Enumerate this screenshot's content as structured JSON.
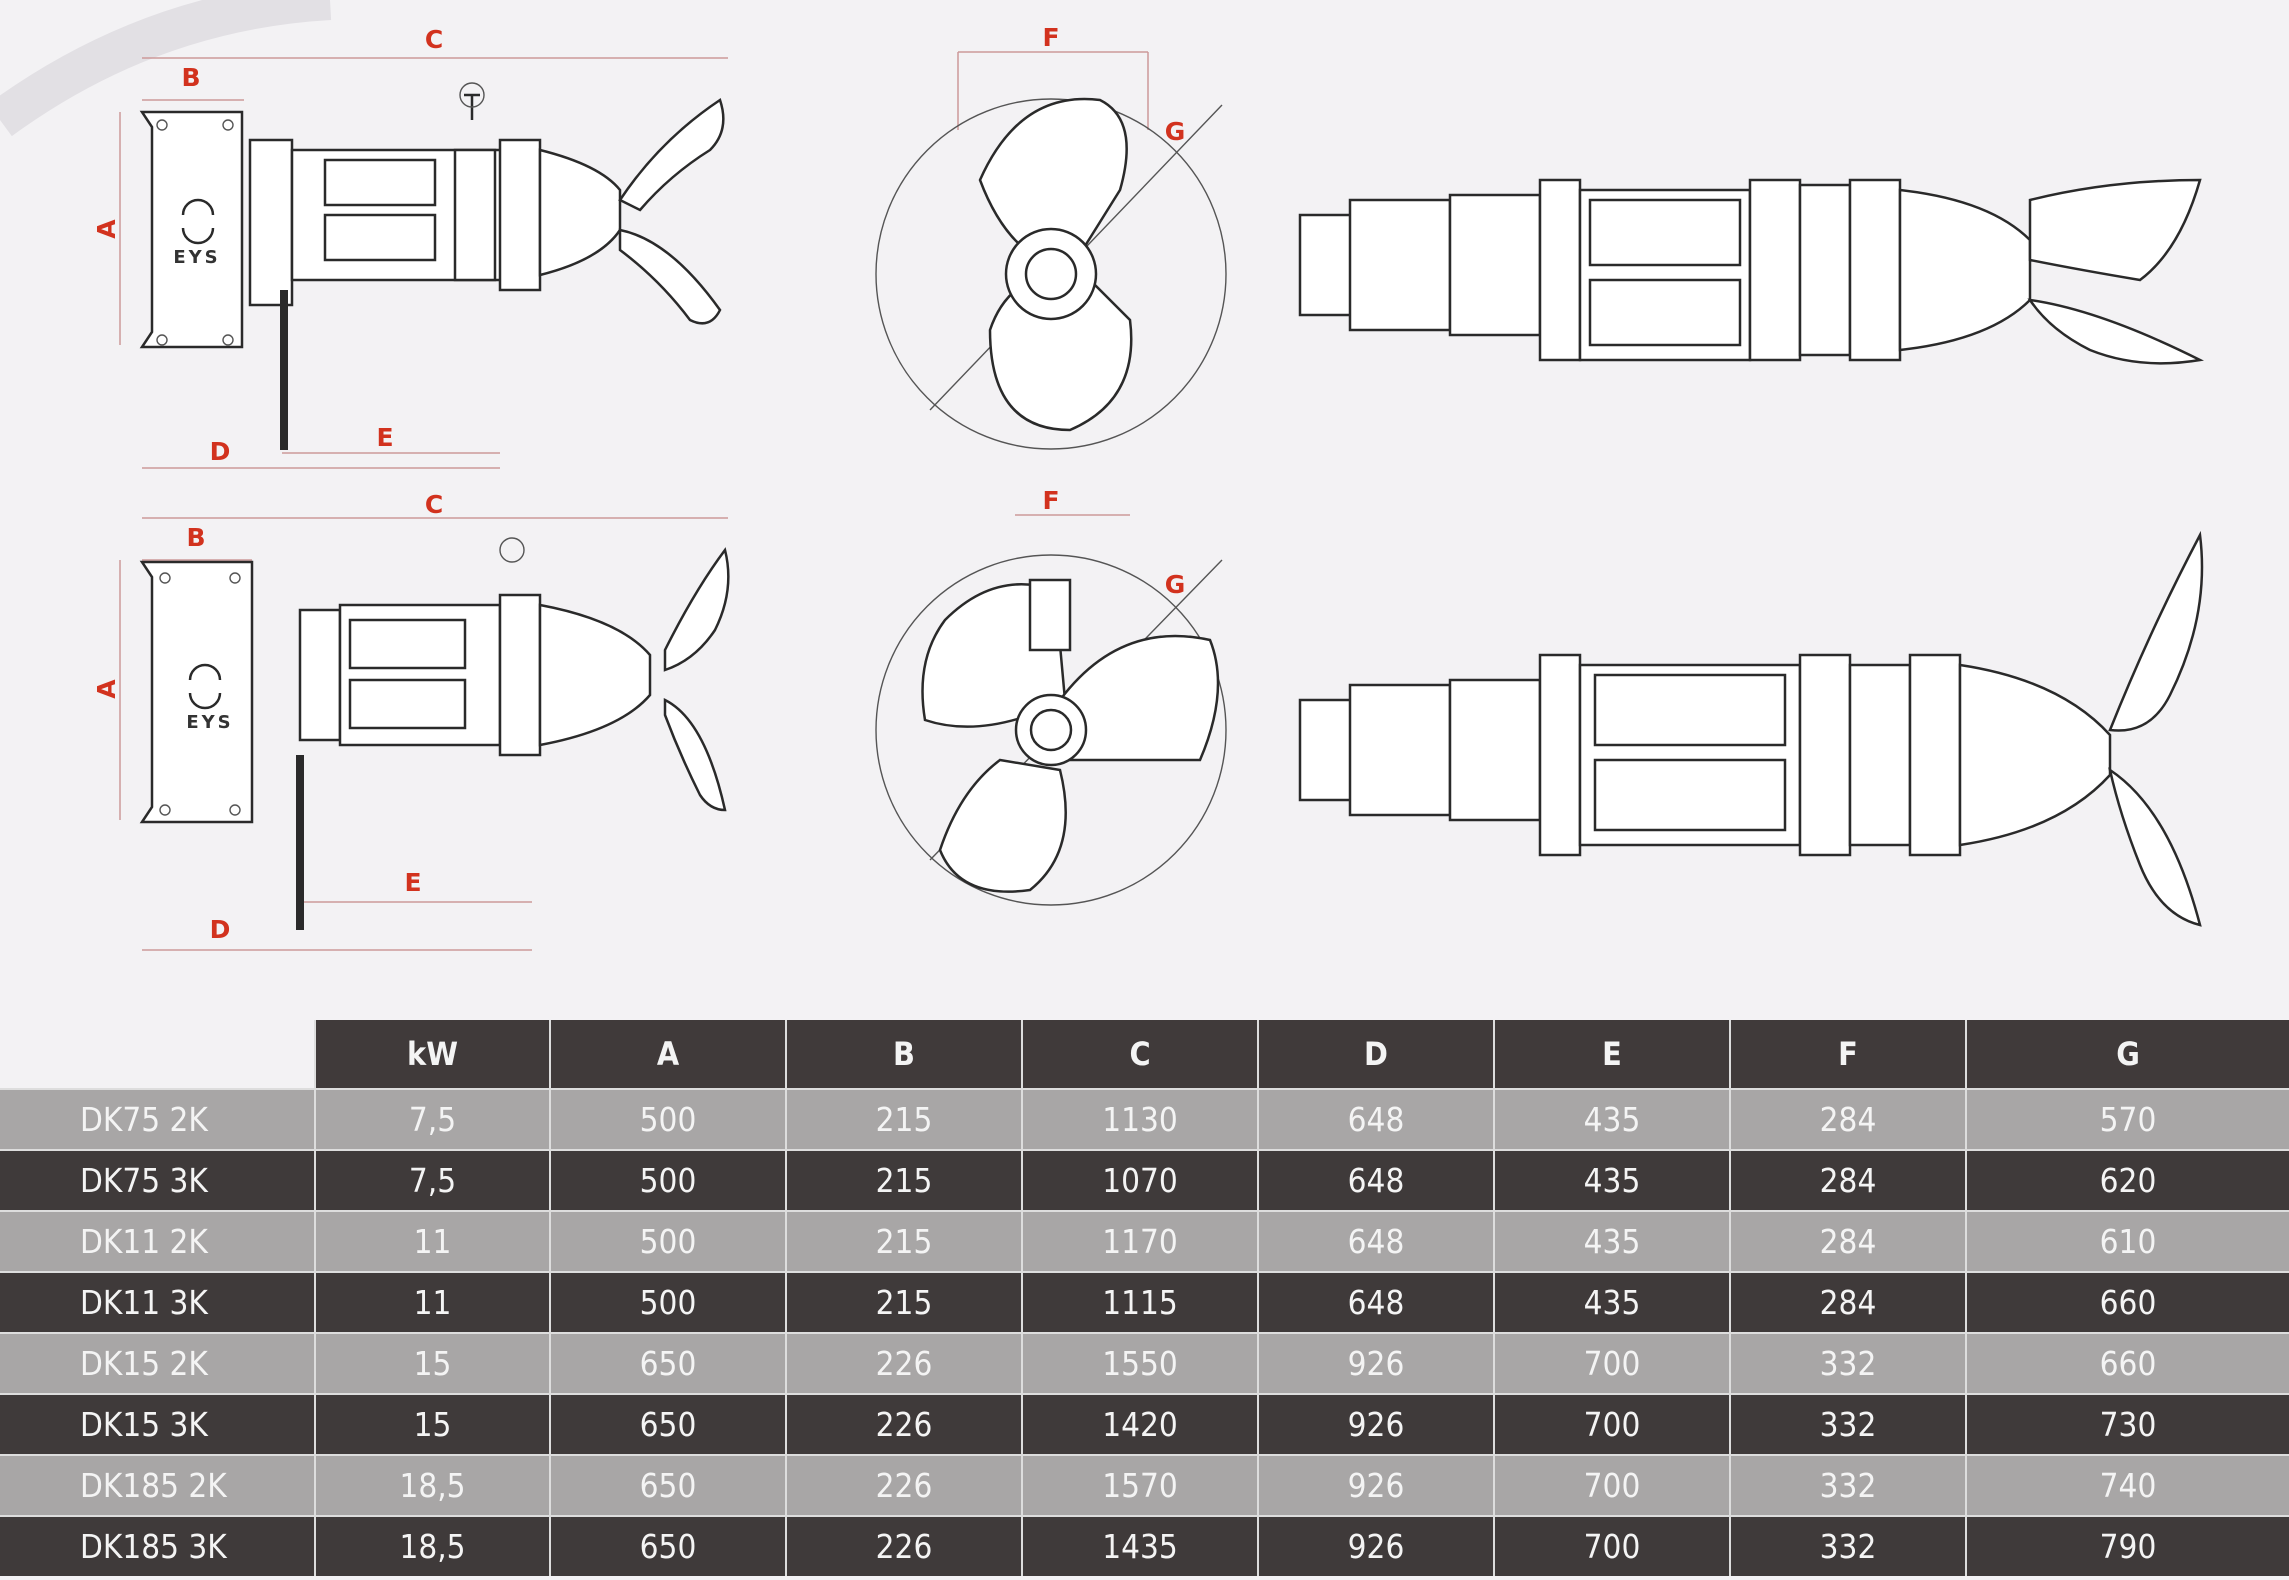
{
  "diagram": {
    "logo_text": "EYS",
    "side_view_top": {
      "labels": {
        "A": "A",
        "B": "B",
        "C": "C",
        "D": "D",
        "E": "E"
      }
    },
    "side_view_bottom": {
      "labels": {
        "A": "A",
        "B": "B",
        "C": "C",
        "D": "D",
        "E": "E"
      }
    },
    "front_view_top": {
      "labels": {
        "F": "F",
        "G": "G"
      }
    },
    "front_view_bottom": {
      "labels": {
        "F": "F",
        "G": "G"
      }
    },
    "dimension_color": "#d2321e"
  },
  "table": {
    "headers": [
      "kW",
      "A",
      "B",
      "C",
      "D",
      "E",
      "F",
      "G"
    ],
    "rows": [
      {
        "model": "DK75 2K",
        "values": [
          "7,5",
          "500",
          "215",
          "1130",
          "648",
          "435",
          "284",
          "570"
        ]
      },
      {
        "model": "DK75 3K",
        "values": [
          "7,5",
          "500",
          "215",
          "1070",
          "648",
          "435",
          "284",
          "620"
        ]
      },
      {
        "model": "DK11 2K",
        "values": [
          "11",
          "500",
          "215",
          "1170",
          "648",
          "435",
          "284",
          "610"
        ]
      },
      {
        "model": "DK11 3K",
        "values": [
          "11",
          "500",
          "215",
          "1115",
          "648",
          "435",
          "284",
          "660"
        ]
      },
      {
        "model": "DK15 2K",
        "values": [
          "15",
          "650",
          "226",
          "1550",
          "926",
          "700",
          "332",
          "660"
        ]
      },
      {
        "model": "DK15 3K",
        "values": [
          "15",
          "650",
          "226",
          "1420",
          "926",
          "700",
          "332",
          "730"
        ]
      },
      {
        "model": "DK185 2K",
        "values": [
          "18,5",
          "650",
          "226",
          "1570",
          "926",
          "700",
          "332",
          "740"
        ]
      },
      {
        "model": "DK185 3K",
        "values": [
          "18,5",
          "650",
          "226",
          "1435",
          "926",
          "700",
          "332",
          "790"
        ]
      }
    ]
  }
}
